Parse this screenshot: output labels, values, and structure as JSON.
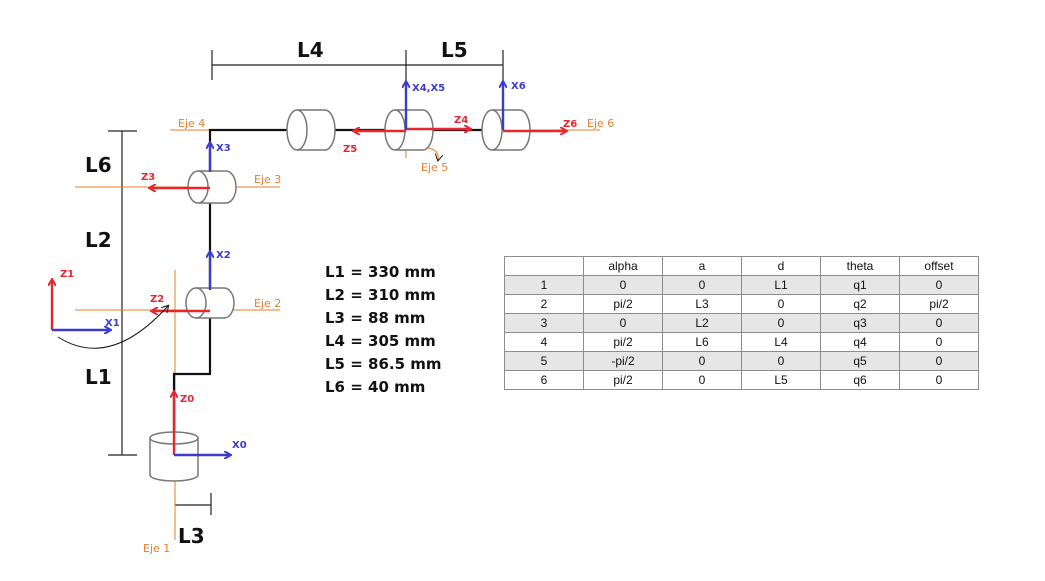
{
  "labels": {
    "L1": "L1",
    "L2": "L2",
    "L3": "L3",
    "L4": "L4",
    "L5": "L5",
    "L6": "L6"
  },
  "axes": {
    "eje1": "Eje 1",
    "eje2": "Eje 2",
    "eje3": "Eje 3",
    "eje4": "Eje 4",
    "eje5": "Eje 5",
    "eje6": "Eje 6",
    "z0": "Z0",
    "x0": "X0",
    "z1": "Z1",
    "x1": "X1",
    "z2": "Z2",
    "x2": "X2",
    "z3": "Z3",
    "x3": "X3",
    "z4": "Z4",
    "x45": "X4,X5",
    "z5": "Z5",
    "z6": "Z6",
    "x6": "X6"
  },
  "params": [
    "L1 = 330 mm",
    "L2 = 310 mm",
    "L3 = 88 mm",
    "L4 = 305 mm",
    "L5 = 86.5 mm",
    "L6 = 40 mm"
  ],
  "table": {
    "headers": [
      "",
      "alpha",
      "a",
      "d",
      "theta",
      "offset"
    ],
    "rows": [
      [
        "1",
        "0",
        "0",
        "L1",
        "q1",
        "0"
      ],
      [
        "2",
        "pi/2",
        "L3",
        "0",
        "q2",
        "pi/2"
      ],
      [
        "3",
        "0",
        "L2",
        "0",
        "q3",
        "0"
      ],
      [
        "4",
        "pi/2",
        "L6",
        "L4",
        "q4",
        "0"
      ],
      [
        "5",
        "-pi/2",
        "0",
        "0",
        "q5",
        "0"
      ],
      [
        "6",
        "pi/2",
        "0",
        "L5",
        "q6",
        "0"
      ]
    ]
  },
  "colors": {
    "z_axis": "#e8262f",
    "x_axis": "#3b3bd0",
    "joint_axis": "#e87d2a"
  }
}
